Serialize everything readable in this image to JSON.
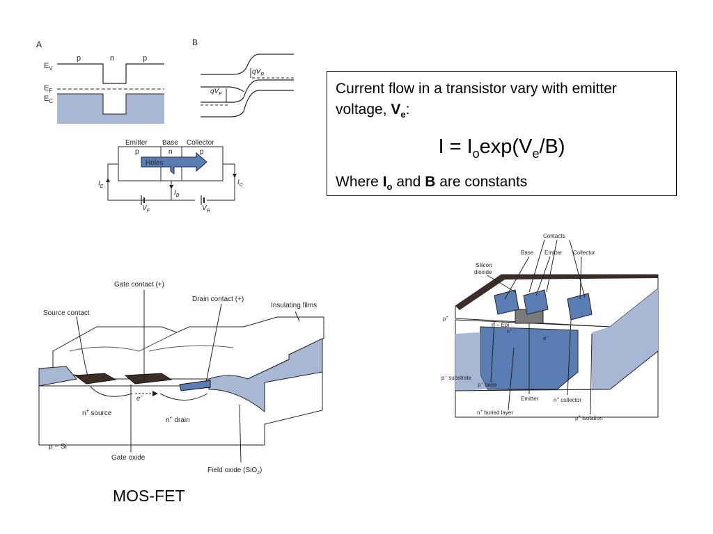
{
  "band_diagram": {
    "panel_a_label": "A",
    "panel_b_label": "B",
    "regions": [
      "p",
      "n",
      "p"
    ],
    "ev": "E",
    "ev_sub": "V",
    "ef": "E",
    "ef_sub": "F",
    "ec": "E",
    "ec_sub": "C",
    "qvr": "qV",
    "qvr_sub": "R",
    "qvf": "qV",
    "qvf_sub": "F"
  },
  "bjt_circuit": {
    "emitter": "Emitter",
    "base": "Base",
    "collector": "Collector",
    "regions": [
      "p",
      "n",
      "p"
    ],
    "holes": "Holes",
    "ie": "I",
    "ie_sub": "E",
    "ib": "I",
    "ib_sub": "B",
    "ic": "I",
    "ic_sub": "C",
    "vf": "V",
    "vf_sub": "F",
    "vr": "V",
    "vr_sub": "R"
  },
  "equation_box": {
    "line1": "Current flow in a transistor vary with emitter voltage, ",
    "line1_bold": "V",
    "line1_bold_sub": "e",
    "line1_end": ":",
    "eq_i": "I = I",
    "eq_sub_o": "o",
    "eq_exp": "exp(V",
    "eq_sub_e": "e",
    "eq_end": "/B)",
    "where": "Where ",
    "io": "I",
    "io_sub": "o",
    "and": " and ",
    "b": "B",
    "rest": " are constants"
  },
  "mosfet": {
    "gate_contact": "Gate contact (+)",
    "drain_contact": "Drain contact (+)",
    "source_contact": "Source contact",
    "insulating_films": "Insulating films",
    "electron": "e",
    "nsource": "n",
    "nsource_rest": " source",
    "ndrain": "n",
    "ndrain_rest": " drain",
    "psi": "p − Si",
    "gate_oxide": "Gate oxide",
    "field_oxide": "Field oxide (SiO",
    "field_oxide_sub": "2",
    "field_oxide_end": ")",
    "caption": "MOS-FET"
  },
  "bjt_chip": {
    "contacts": "Contacts",
    "base": "Base",
    "emitter": "Emitter",
    "collector": "Collector",
    "silicon": "Silicon",
    "dioxide": "dioxide",
    "pplus": "p",
    "n_epi": "n − Epi",
    "nplus_small": "n",
    "electron": "e",
    "p_substrate": "p",
    "p_substrate_rest": " substrate",
    "p_base": "p",
    "p_base_rest": " base",
    "emitter_bottom": "Emitter",
    "n_collector": "n",
    "n_collector_rest": " collector",
    "n_buried": "n",
    "n_buried_rest": " buried layer",
    "p_isolation": "p",
    "p_isolation_rest": " isolation"
  },
  "colors": {
    "semiconductor_blue": "#a7b7d4",
    "dark_blue": "#5a7db3",
    "oxide": "#3b2e28"
  }
}
